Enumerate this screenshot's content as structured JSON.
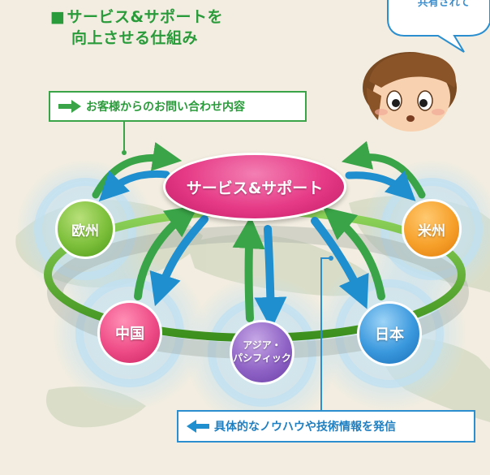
{
  "title": {
    "line1": "サービス&サポートを",
    "line2": "向上させる仕組み"
  },
  "speech_bubble": {
    "text": "共有されて"
  },
  "legend": {
    "inquiry": "お客様からのお問い合わせ内容",
    "knowhow": "具体的なノウハウや技術情報を発信"
  },
  "hub": {
    "label": "サービス&サポート"
  },
  "regions": {
    "europe": "欧州",
    "usa": "米州",
    "china": "中国",
    "asia_line1": "アジア・",
    "asia_line2": "パシフィック",
    "japan": "日本"
  },
  "colors": {
    "inquiry_arrow": "#3aa548",
    "knowhow_arrow": "#1f8fd0",
    "hub": "#e63a86",
    "ring": "#5fb833"
  },
  "icons": {
    "inquiry_arrow": "green-right-arrow-icon",
    "knowhow_arrow": "blue-left-arrow-icon",
    "character": "character-face-icon"
  }
}
